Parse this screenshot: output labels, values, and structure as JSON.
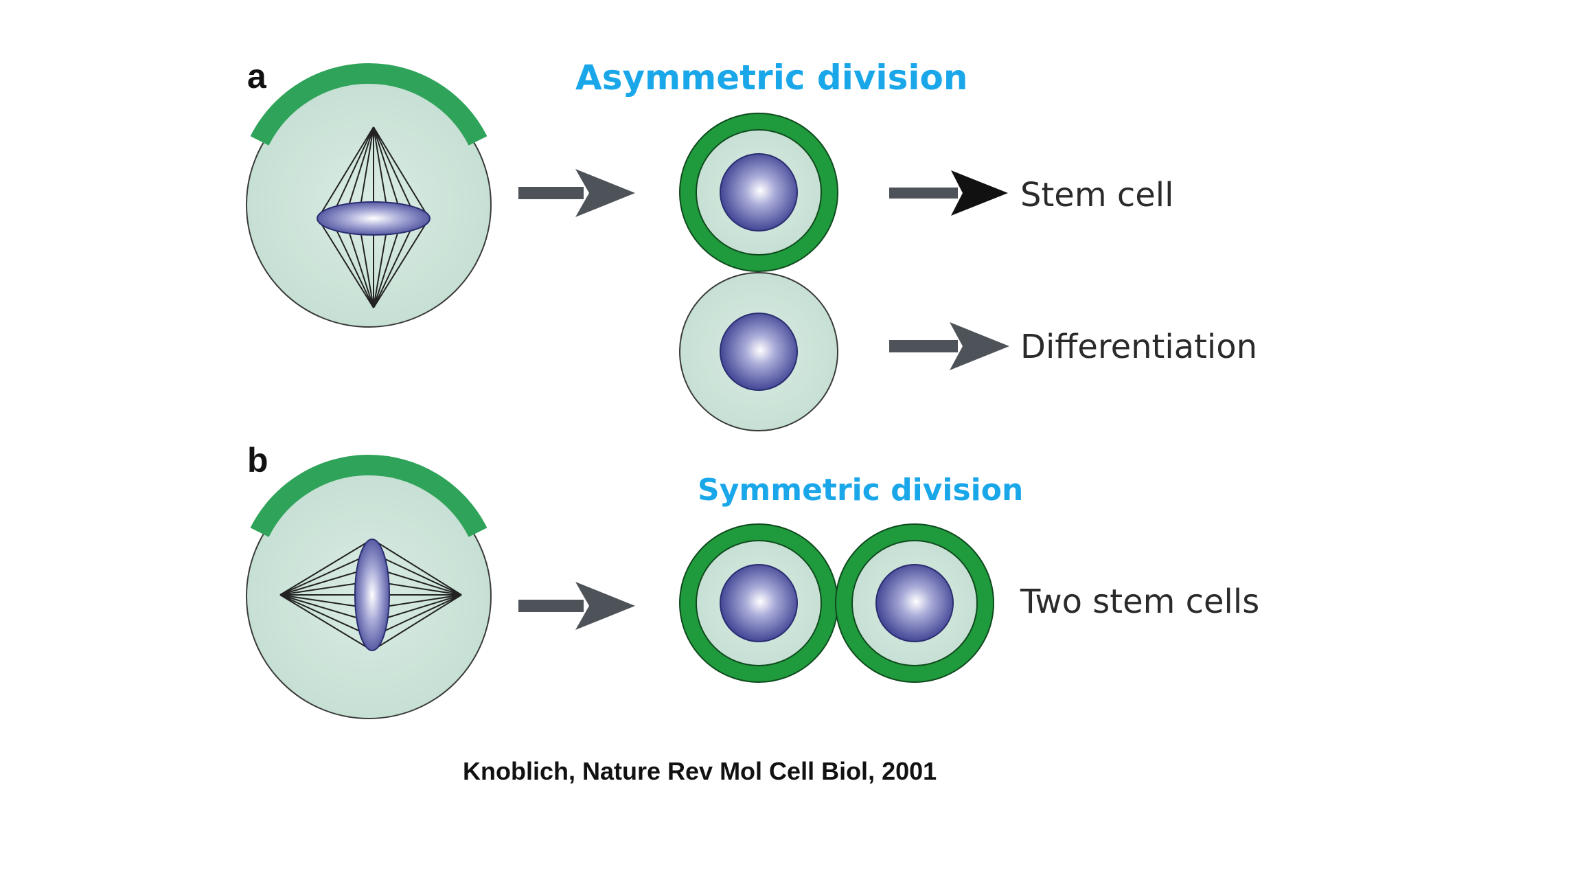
{
  "panel_a": {
    "letter": "a",
    "title": "Asymmetric division",
    "outcome_stem": "Stem cell",
    "outcome_diff": "Differentiation"
  },
  "panel_b": {
    "letter": "b",
    "title": "Symmetric division",
    "outcome": "Two stem cells"
  },
  "citation": "Knoblich, Nature Rev Mol Cell Biol, 2001",
  "colors": {
    "cytoplasm": "#cfe6dc",
    "cell_outline": "#3a3a3a",
    "cortex_green": "#1f9a3c",
    "crescent_green": "#2fa35a",
    "nucleus_dark": "#3a3d8f",
    "nucleus_light": "#ffffff",
    "arrow_gray": "#4d5358",
    "arrow_black": "#111111",
    "title_blue": "#1aa7ea"
  }
}
